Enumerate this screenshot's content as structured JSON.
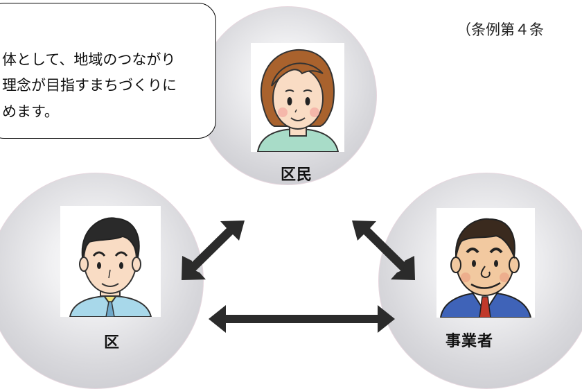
{
  "speech": {
    "line1": "体として、地域のつながり",
    "line2": "理念が目指すまちづくりに",
    "line3": "めます。"
  },
  "article_ref": "（条例第４条",
  "nodes": {
    "top": {
      "label": "区民"
    },
    "left": {
      "label": "区"
    },
    "right": {
      "label": "事業者"
    }
  },
  "colors": {
    "arrow": "#2b2b2b",
    "circle": "#d0d0d6",
    "text": "#111111"
  }
}
